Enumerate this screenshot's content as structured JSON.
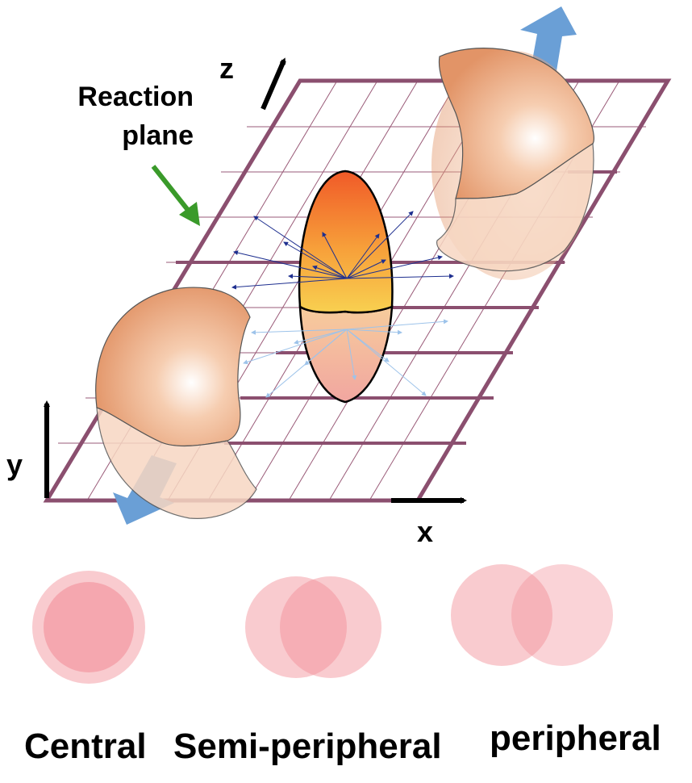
{
  "labels": {
    "reaction_plane_line1": "Reaction",
    "reaction_plane_line2": "plane",
    "axis_x": "x",
    "axis_y": "y",
    "axis_z": "z"
  },
  "captions": {
    "central": "Central",
    "semi_peripheral": "Semi-peripheral",
    "peripheral": "peripheral"
  },
  "colors": {
    "plane_frame": "#8b4f6f",
    "plane_grid": "#9a5b78",
    "nucleus": "#e9a07a",
    "fireball_top": "#f05a28",
    "fireball_bottom": "#f7c94a",
    "momentum_arrow": "#6a9fd6",
    "pointer_arrow": "#3a9a2a",
    "flow_arrow_dark": "#1e2f8f",
    "flow_arrow_light": "#9dc3ea",
    "overlap_circle": "#f28b95"
  },
  "icons": [
    "axis-arrow-icon",
    "pointer-arrow-icon",
    "momentum-arrow-icon"
  ]
}
